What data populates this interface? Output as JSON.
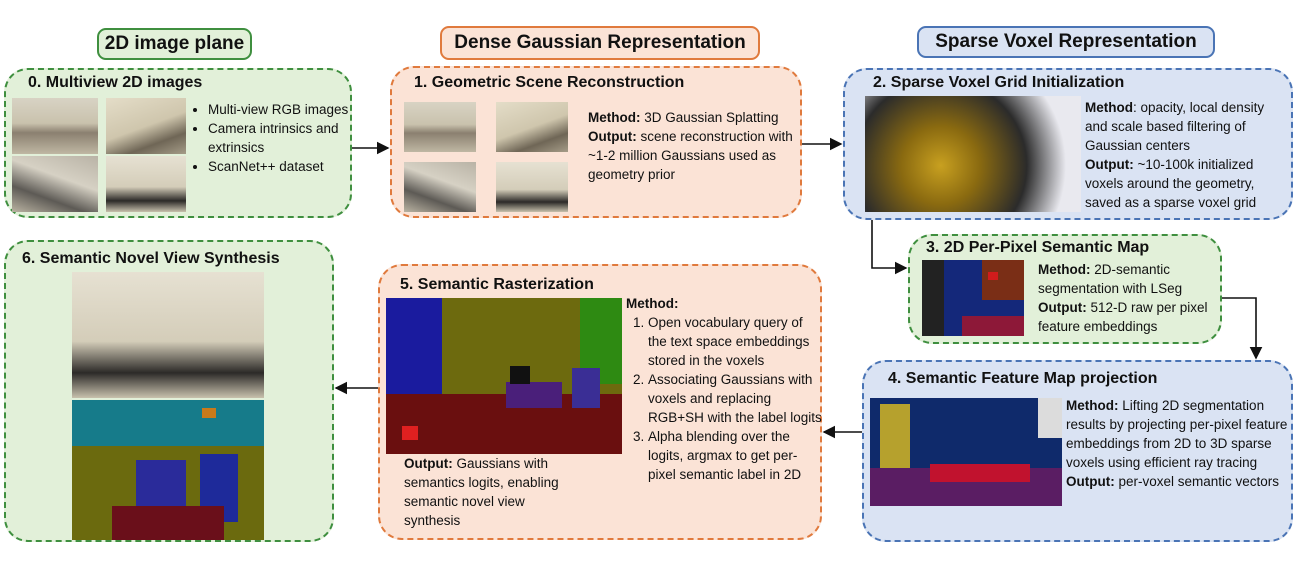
{
  "headers": {
    "col1": "2D image plane",
    "col2": "Dense Gaussian Representation",
    "col3": "Sparse Voxel Representation"
  },
  "step0": {
    "title": "0.  Multiview 2D images",
    "bullets": [
      "Multi-view RGB images",
      "Camera intrinsics and extrinsics",
      "ScanNet++ dataset"
    ]
  },
  "step1": {
    "title": "1.  Geometric Scene Reconstruction",
    "method_label": "Method:",
    "method": " 3D Gaussian Splatting",
    "output_label": "Output:",
    "output": " scene reconstruction with ~1-2 million Gaussians used as geometry prior"
  },
  "step2": {
    "title": "2.  Sparse Voxel Grid Initialization",
    "method_label": "Method",
    "method": ": opacity, local density and scale based filtering of Gaussian centers",
    "output_label": "Output:",
    "output": " ~10-100k initialized voxels around the geometry, saved as a sparse voxel grid"
  },
  "step3": {
    "title": "3.  2D Per-Pixel Semantic Map",
    "method_label": "Method:",
    "method": " 2D-semantic segmentation with LSeg",
    "output_label": "Output:",
    "output": " 512-D raw per pixel feature embeddings"
  },
  "step4": {
    "title": "4.  Semantic Feature Map projection",
    "method_label": "Method:",
    "method": " Lifting 2D segmentation results by projecting per-pixel feature embeddings from 2D to 3D sparse voxels using efficient ray tracing",
    "output_label": "Output:",
    "output": " per-voxel semantic vectors"
  },
  "step5": {
    "title": "5.  Semantic Rasterization",
    "method_label": "Method:",
    "items": [
      "Open vocabulary query of the text space embeddings stored in the voxels",
      "Associating Gaussians with voxels and replacing RGB+SH with the label logits",
      "Alpha blending over the logits, argmax to get per-pixel semantic label in 2D"
    ],
    "output_label": "Output:",
    "output": " Gaussians with semantics logits, enabling semantic novel view synthesis"
  },
  "step6": {
    "title": "6.  Semantic Novel View Synthesis"
  },
  "colors": {
    "green_fill": "#e2f0d9",
    "green_border": "#3f8f3f",
    "orange_fill": "#fbe3d6",
    "orange_border": "#e07a3d",
    "blue_fill": "#dae3f3",
    "blue_border": "#4a74b5"
  }
}
